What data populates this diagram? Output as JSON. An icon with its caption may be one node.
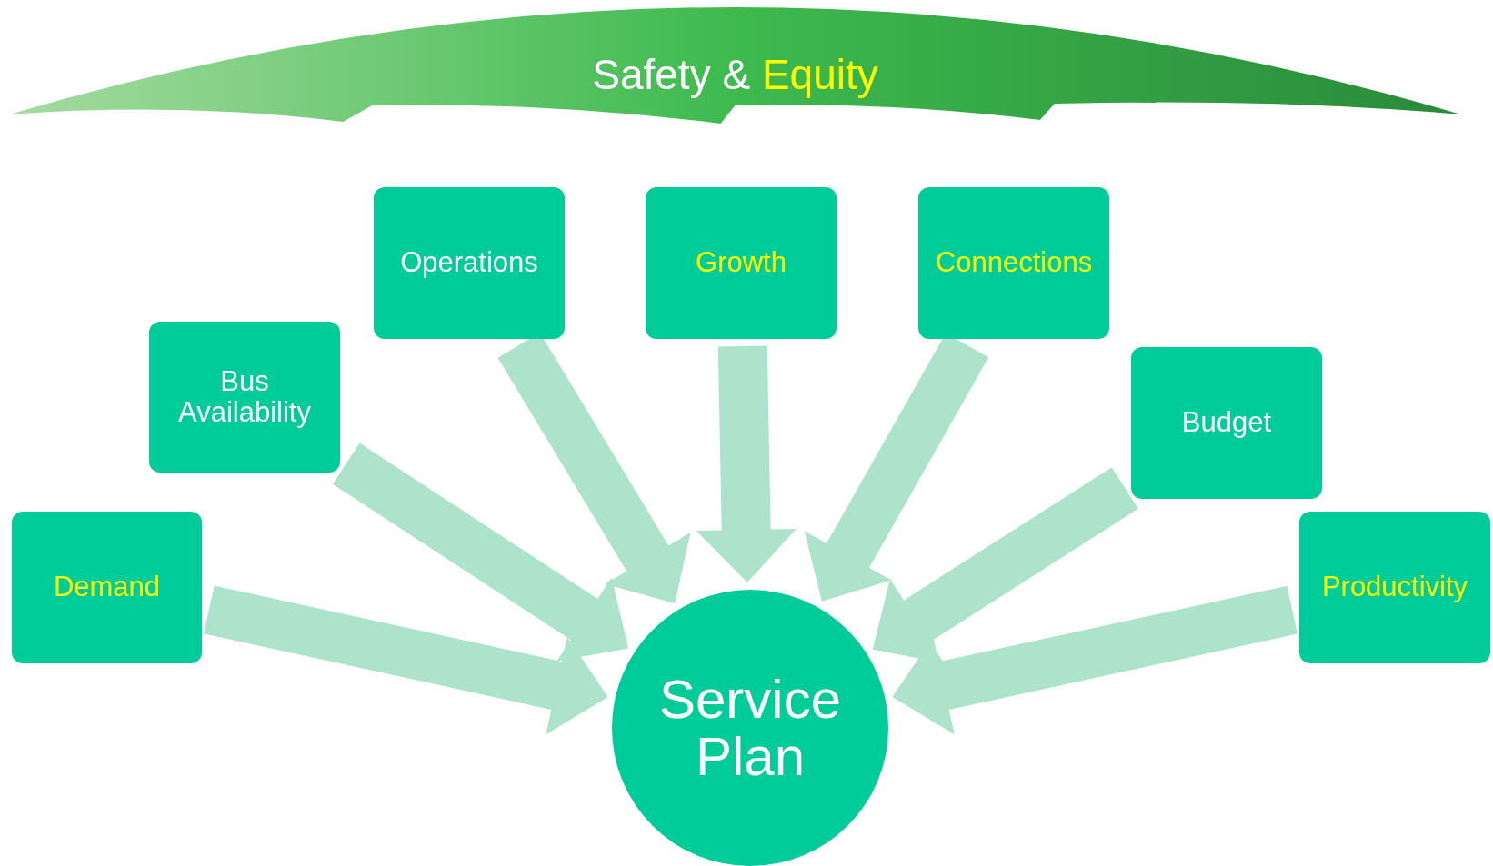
{
  "diagram": {
    "nodes": [
      {
        "text": [
          "Safety & Equity"
        ]
      },
      {
        "text": [
          "Demand"
        ]
      },
      {
        "text": [
          "Bus Availability"
        ]
      },
      {
        "text": [
          "Operations"
        ]
      },
      {
        "text": [
          "Growth"
        ]
      },
      {
        "text": [
          "Connections"
        ]
      },
      {
        "text": [
          "Budget"
        ]
      },
      {
        "text": [
          "Productivity"
        ]
      },
      {
        "text": [
          "Service Plan"
        ]
      }
    ],
    "edges": [
      {
        "from": 1,
        "to": 8,
        "arrow": "to"
      },
      {
        "from": 2,
        "to": 8,
        "arrow": "to"
      },
      {
        "from": 3,
        "to": 8,
        "arrow": "to"
      },
      {
        "from": 4,
        "to": 8,
        "arrow": "to"
      },
      {
        "from": 5,
        "to": 8,
        "arrow": "to"
      },
      {
        "from": 6,
        "to": 8,
        "arrow": "to"
      },
      {
        "from": 7,
        "to": 8,
        "arrow": "to"
      }
    ]
  }
}
